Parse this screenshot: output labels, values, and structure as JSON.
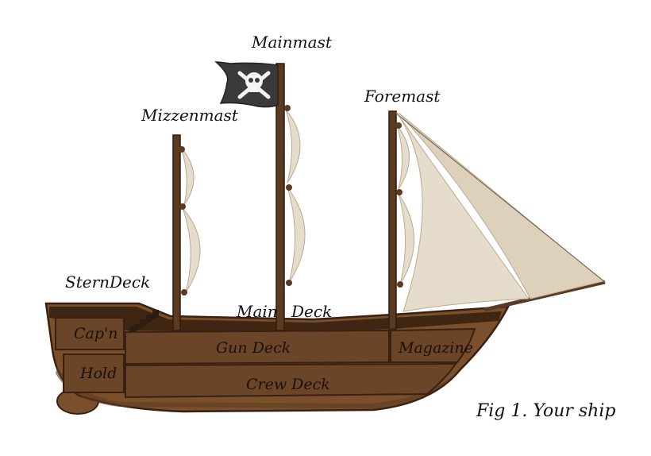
{
  "labels": {
    "mainmast": "Mainmast",
    "mizzenmast": "Mizzenmast",
    "foremast": "Foremast",
    "stern_deck": "SternDeck",
    "main": "Main",
    "deck": "Deck",
    "capn": "Cap'n",
    "hold": "Hold",
    "gun_deck": "Gun Deck",
    "magazine": "Magazine",
    "crew_deck": "Crew Deck"
  },
  "caption": "Fig 1. Your ship",
  "flag": {
    "symbol": "skull-and-crossbones",
    "color": "#3a3a3a"
  },
  "colors": {
    "hull_outer": "#7a4f2c",
    "hull_dark": "#4a2e18",
    "hull_room": "#6b4528",
    "hull_edge": "#3a2010",
    "mast": "#5b3a22",
    "sail": "#e6dccb",
    "sail_shade": "#d6c9b2",
    "rope": "#6b5b4a"
  }
}
